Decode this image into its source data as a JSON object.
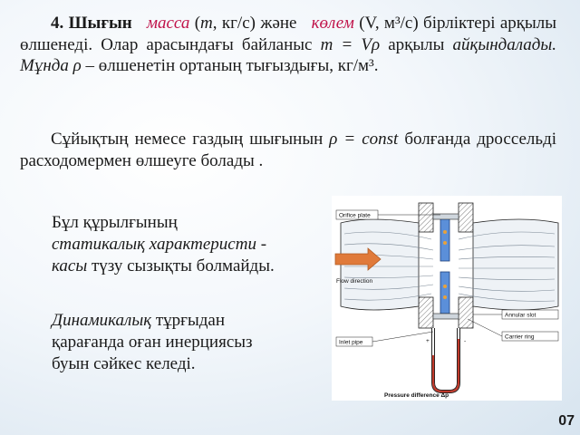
{
  "p1": {
    "num": "4. Шығын",
    "massa": "масса",
    "m_open": "(",
    "m_sym": "m",
    "m_rest": ", кг/с) және",
    "kolem": "көлем",
    "v_rest": "(V, м³/с) бірліктері арқылы өлшенеді. Олар арасындағы байланыс",
    "formula": "m = Vρ",
    "arqyly": "арқылы",
    "aiq": "айқындалады. Мұнда ρ –",
    "tail": "өлшенетін ортаның тығыздығы, кг/м³."
  },
  "p2": {
    "start": "Сұйықтың немесе газдың шығынын",
    "cond": "ρ = const",
    "end": "болғанда дроссельді расходомермен өлшеуге болады ."
  },
  "p3": {
    "l1": "Бұл құрылғының",
    "l2": "статикалық характеристи -",
    "l3a": "касы",
    "l3b": "түзу сызықты болмайды."
  },
  "p4": {
    "l1a": "Динамикалық",
    "l1b": "тұрғыдан",
    "l2": "қарағанда оған инерциясыз",
    "l3": "буын сәйкес келеді."
  },
  "figure": {
    "orifice": "Orifice plate",
    "flow": "Flow direction",
    "annular": "Annular slot",
    "carrier": "Carrier ring",
    "inlet": "Inlet pipe",
    "plus": "+",
    "minus": "-",
    "pressure": "Pressure difference Δp"
  },
  "page": "07",
  "colors": {
    "accent": "#c0134a",
    "arrow": "#e07a3a",
    "mercury": "#c0392b",
    "pipe": "#5b8fd9"
  }
}
